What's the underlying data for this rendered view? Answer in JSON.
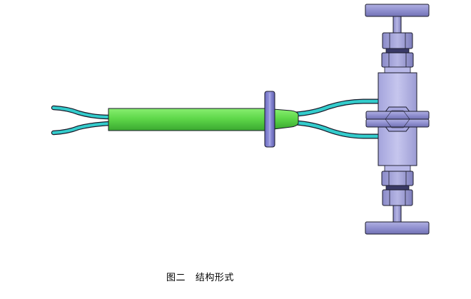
{
  "caption": "图二   结构形式",
  "colors": {
    "background": "#ffffff",
    "sheath": "#66dd55",
    "tube": "#33cccc",
    "flange": "#8888dd",
    "valve_body": "#b4b4e6",
    "handle": "#9a9ad8",
    "outline": "#1a1a2a"
  },
  "icons": [
    "impulse-tube",
    "protective-sheath",
    "flange",
    "twin-needle-valve",
    "valve-handwheel"
  ]
}
